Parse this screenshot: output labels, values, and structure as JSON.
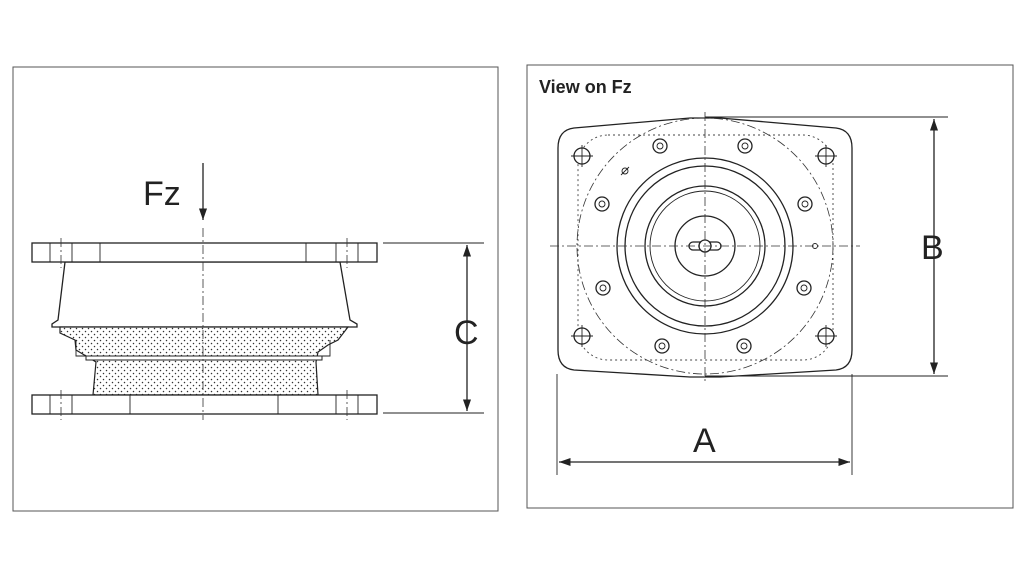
{
  "side_view": {
    "force_label": "Fz",
    "dimension_c": "C"
  },
  "top_view": {
    "title": "View on Fz",
    "dimension_a": "A",
    "dimension_b": "B"
  }
}
